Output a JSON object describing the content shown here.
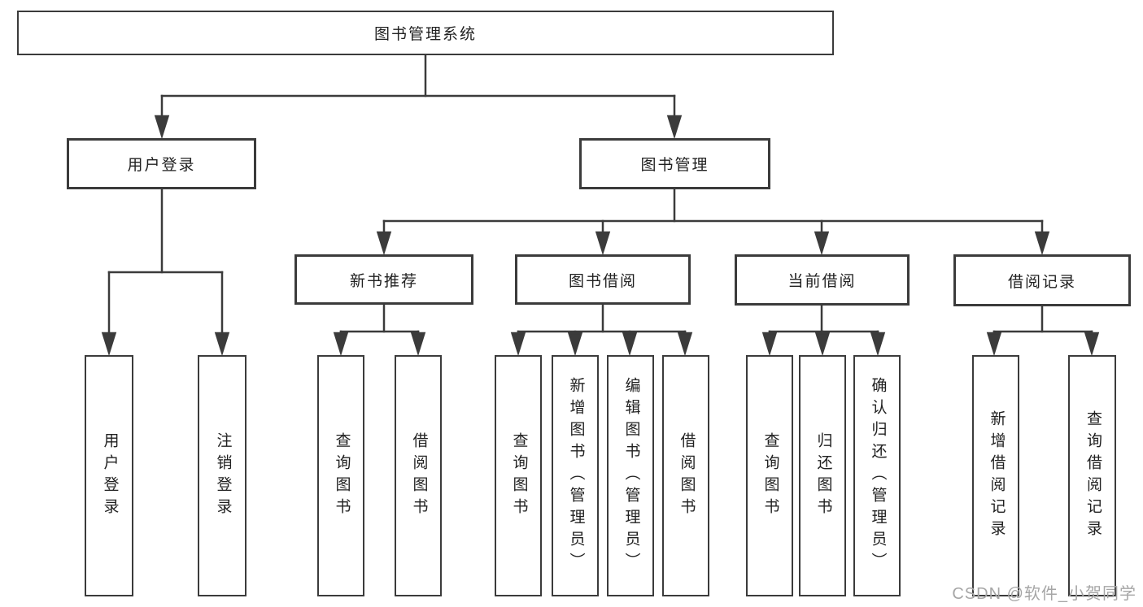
{
  "diagram_title": "图书管理系统",
  "nodes": {
    "root": {
      "label": "图书管理系统"
    },
    "user_login": {
      "label": "用户登录"
    },
    "book_management": {
      "label": "图书管理"
    },
    "new_book_recommend": {
      "label": "新书推荐"
    },
    "book_borrow": {
      "label": "图书借阅"
    },
    "current_borrow": {
      "label": "当前借阅"
    },
    "borrow_records": {
      "label": "借阅记录"
    },
    "leaf_user_login": {
      "label": "用户登录"
    },
    "leaf_logout": {
      "label": "注销登录"
    },
    "leaf_query_books_1": {
      "label": "查询图书"
    },
    "leaf_borrow_books_1": {
      "label": "借阅图书"
    },
    "leaf_query_books_2": {
      "label": "查询图书"
    },
    "leaf_add_book_admin": {
      "label": "新增图书（管理员）"
    },
    "leaf_edit_book_admin": {
      "label": "编辑图书（管理员）"
    },
    "leaf_borrow_books_2": {
      "label": "借阅图书"
    },
    "leaf_query_books_3": {
      "label": "查询图书"
    },
    "leaf_return_book": {
      "label": "归还图书"
    },
    "leaf_confirm_return_admin": {
      "label": "确认归还（管理员）"
    },
    "leaf_add_borrow_record": {
      "label": "新增借阅记录"
    },
    "leaf_query_borrow_record": {
      "label": "查询借阅记录"
    }
  },
  "hierarchy": {
    "图书管理系统": [
      "用户登录",
      "图书管理"
    ],
    "用户登录": [
      "用户登录",
      "注销登录"
    ],
    "图书管理": [
      "新书推荐",
      "图书借阅",
      "当前借阅",
      "借阅记录"
    ],
    "新书推荐": [
      "查询图书",
      "借阅图书"
    ],
    "图书借阅": [
      "查询图书",
      "新增图书（管理员）",
      "编辑图书（管理员）",
      "借阅图书"
    ],
    "当前借阅": [
      "查询图书",
      "归还图书",
      "确认归还（管理员）"
    ],
    "借阅记录": [
      "新增借阅记录",
      "查询借阅记录"
    ]
  },
  "watermark": "CSDN @软件_小贺同学",
  "colors": {
    "line": "#3b3b3b",
    "text": "#212121",
    "watermark": "#a6a6a6",
    "background": "#ffffff"
  }
}
